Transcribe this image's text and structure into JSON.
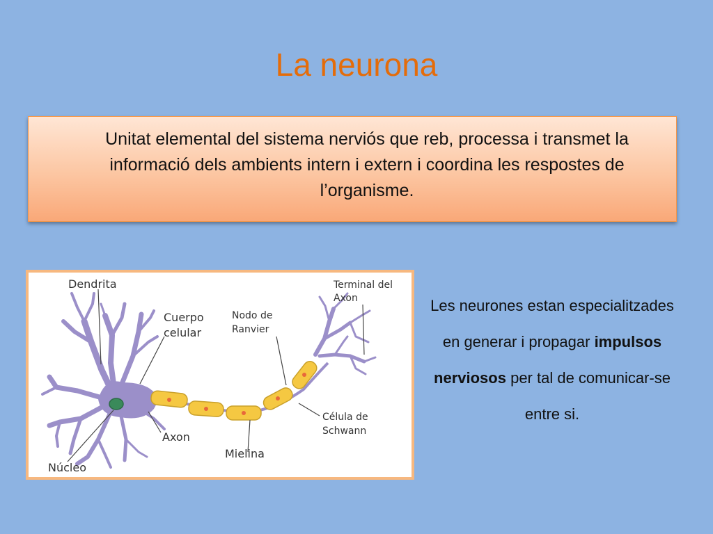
{
  "slide": {
    "title": "La neurona",
    "definition": "Unitat elemental del sistema nerviós que reb, processa i transmet la informació dels ambients intern i extern i coordina les respostes de l’organisme.",
    "side_text": {
      "part1": "Les neurones estan especialitzades en generar i propagar ",
      "bold1": "impulsos",
      "space": " ",
      "bold2": "nerviosos",
      "part2": " per tal de comunicar-se entre si."
    }
  },
  "diagram": {
    "labels": {
      "dendrita": "Dendrita",
      "cuerpo_1": "Cuerpo",
      "cuerpo_2": "celular",
      "nodo_1": "Nodo de",
      "nodo_2": "Ranvier",
      "terminal_1": "Terminal del",
      "terminal_2": "Axon",
      "axon": "Axon",
      "nucleo": "Núcleo",
      "mielina": "Mielina",
      "schwann_1": "Célula de",
      "schwann_2": "Schwann"
    },
    "colors": {
      "neuron": "#9b8fc9",
      "nucleus": "#3a8a5a",
      "myelin": "#f5c842",
      "myelin_dot": "#e8683a",
      "label_line": "#444444"
    }
  }
}
